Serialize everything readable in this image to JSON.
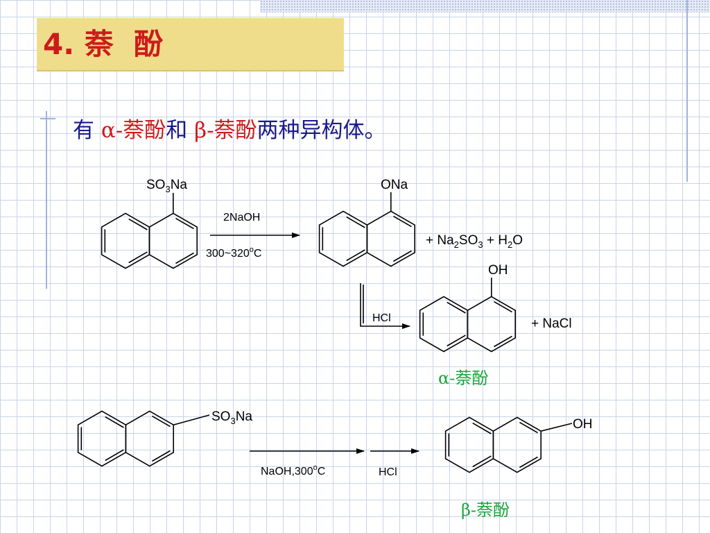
{
  "title": "4. 萘  酚",
  "subtitle": {
    "part1": "有",
    "part2": "α-萘酚",
    "part3": "和",
    "part4": "β-萘酚",
    "part5": "两种异构体。"
  },
  "reaction1": {
    "reactant_group": "SO3Na",
    "arrow_top": "2NaOH",
    "arrow_bottom": "300~320oC",
    "product_group": "ONa",
    "byproducts": "+ Na2SO3 + H2O",
    "reagent2": "HCl",
    "product2_group": "OH",
    "byproduct2": "+ NaCl",
    "product_name": "α-萘酚"
  },
  "reaction2": {
    "reactant_group": "SO3Na",
    "arrow1_label": "NaOH,300oC",
    "arrow2_label": "HCl",
    "product_group": "OH",
    "product_name": "β-萘酚"
  },
  "colors": {
    "title_background": "#f0dd8b",
    "title_text": "#cc1b1b",
    "subtitle_text": "#1a1a8c",
    "highlight": "#cc1b1b",
    "isomer_label": "#17a63a"
  }
}
